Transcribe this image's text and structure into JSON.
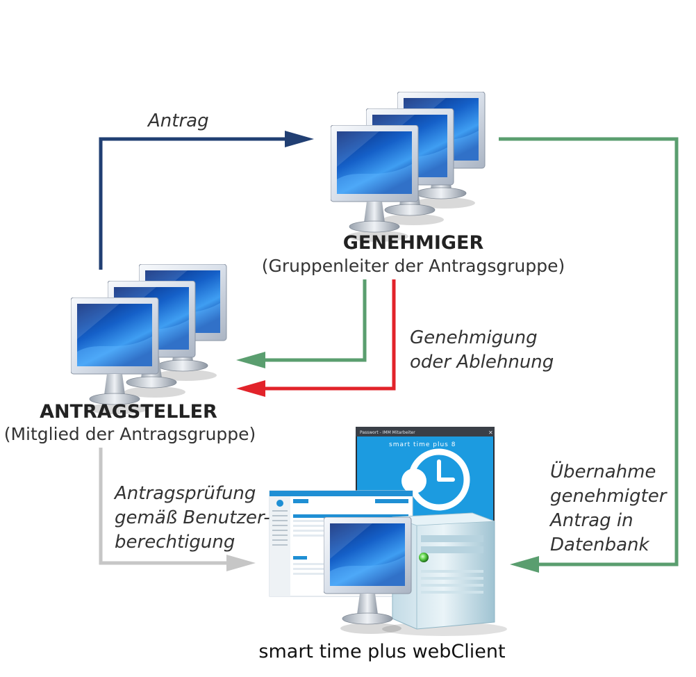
{
  "colors": {
    "request": "#213f73",
    "approve": "#5a9e6f",
    "reject": "#e2232a",
    "check": "#c6c6c6",
    "transfer": "#5a9e6f",
    "splash_blue": "#1c9be0"
  },
  "labels": {
    "antrag": "Antrag",
    "genehmigung_line1": "Genehmigung",
    "genehmigung_line2": "oder Ablehnung",
    "pruefung_line1": "Antragsprüfung",
    "pruefung_line2": "gemäß Benutzer-",
    "pruefung_line3": "berechtigung",
    "uebernahme_line1": "Übernahme",
    "uebernahme_line2": "genehmigter",
    "uebernahme_line3": "Antrag in",
    "uebernahme_line4": "Datenbank"
  },
  "genehmiger": {
    "title": "GENEHMIGER",
    "subtitle": "(Gruppenleiter der Antragsgruppe)"
  },
  "antragsteller": {
    "title": "ANTRAGSTELLER",
    "subtitle": "(Mitglied der Antragsgruppe)"
  },
  "webclient": {
    "title": "smart time plus webClient",
    "splash_window_title": "Passwort - IMM Mitarbeiter",
    "splash_brand": "smart time plus 8"
  },
  "icons": [
    "computer-group-icon",
    "monitor-icon",
    "server-icon",
    "clock-icon",
    "close-icon"
  ]
}
